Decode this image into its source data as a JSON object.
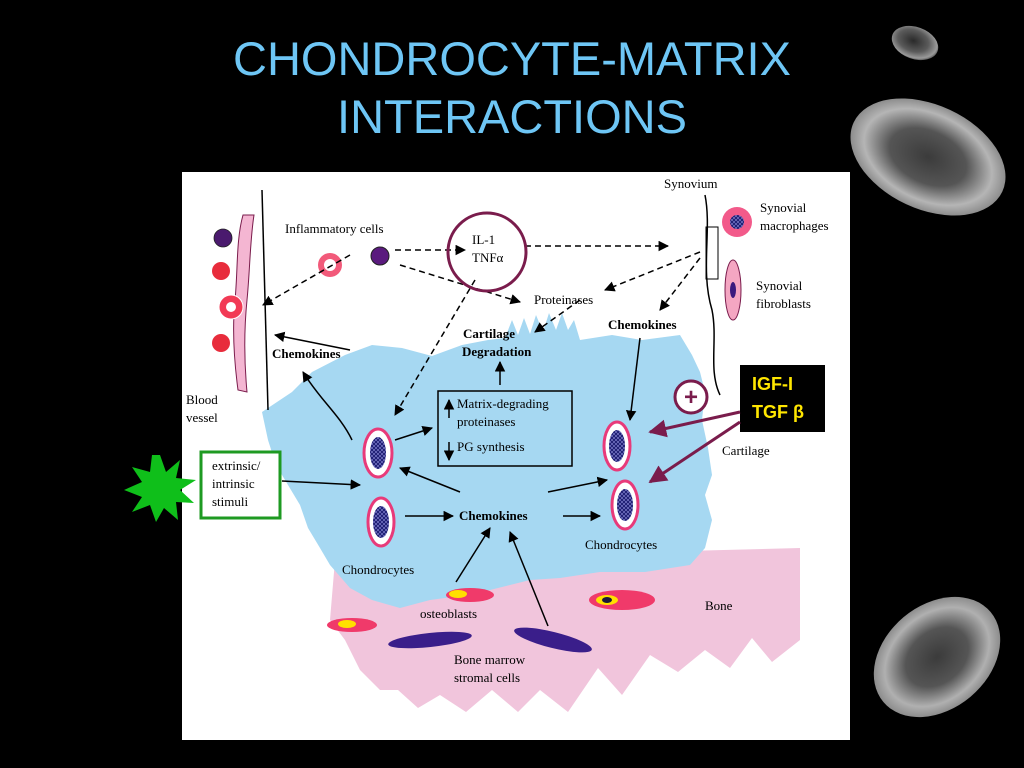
{
  "slide": {
    "title_line1": "CHONDROCYTE-MATRIX",
    "title_line2": "INTERACTIONS"
  },
  "diagram": {
    "synovium": "Synovium",
    "synovial_macrophages_1": "Synovial",
    "synovial_macrophages_2": "macrophages",
    "synovial_fibroblasts_1": "Synovial",
    "synovial_fibroblasts_2": "fibroblasts",
    "inflammatory_cells": "Inflammatory cells",
    "il1": "IL-1",
    "tnf": "TNFα",
    "proteinases": "Proteinases",
    "cartilage_degradation_1": "Cartilage",
    "cartilage_degradation_2": "Degradation",
    "chemokines_left": "Chemokines",
    "chemokines_right": "Chemokines",
    "chemokines_center": "Chemokines",
    "blood_vessel_1": "Blood",
    "blood_vessel_2": "vessel",
    "matrix_degrading_1": "Matrix-degrading",
    "matrix_degrading_2": "proteinases",
    "pg_synthesis": "PG synthesis",
    "stimuli_1": "extrinsic/",
    "stimuli_2": "intrinsic",
    "stimuli_3": "stimuli",
    "cartilage": "Cartilage",
    "chondrocytes_left": "Chondrocytes",
    "chondrocytes_right": "Chondrocytes",
    "osteoblasts": "osteoblasts",
    "bone": "Bone",
    "bone_marrow_1": "Bone marrow",
    "bone_marrow_2": "stromal cells",
    "growth_factor_1": "IGF-I",
    "growth_factor_2": "TGF β",
    "plus_sign": "+"
  },
  "colors": {
    "title": "#6ec6f5",
    "cartilage": "#a6d8f2",
    "bone": "#f1c5dc",
    "highlight_circle": "#7a1c4c",
    "stimuli_box": "#1e9a22",
    "burst": "#0fbf1a",
    "growth_factor_box": "#000000",
    "growth_factor_text": "#ffe600"
  }
}
